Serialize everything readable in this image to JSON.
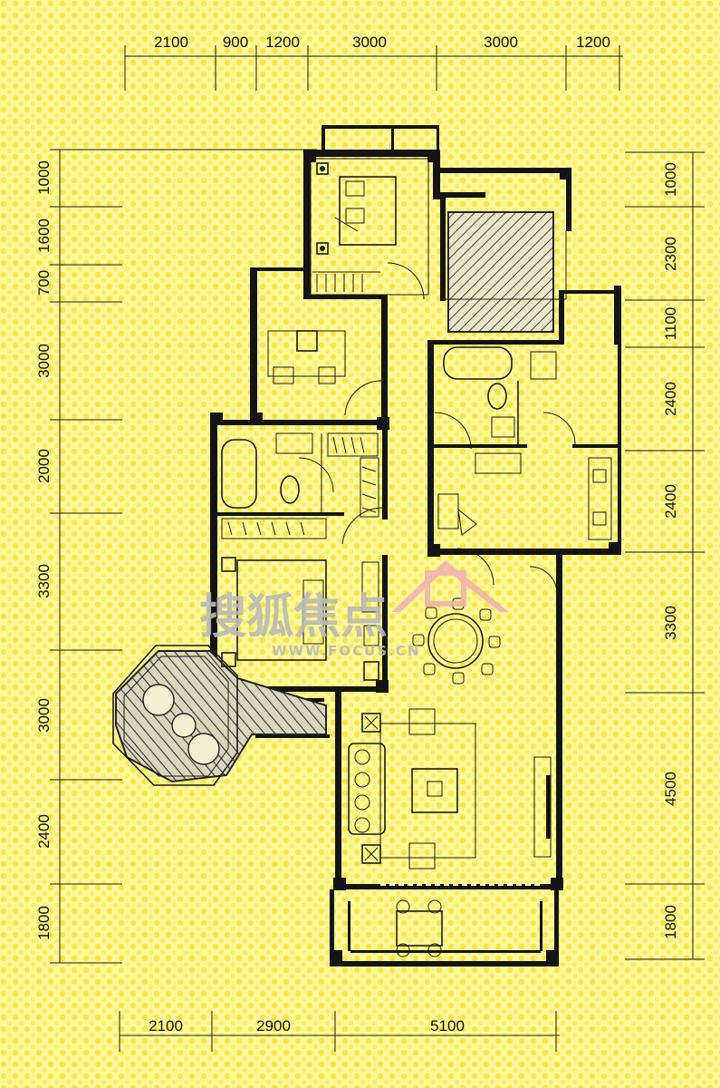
{
  "colors": {
    "background": "#fdf79a",
    "dots": "#f6e437",
    "wall": "#141414",
    "watermark_gray": "#b9b9b9",
    "watermark_red": "#f2b3ae"
  },
  "dimensions": {
    "top": [
      "2100",
      "900",
      "1200",
      "3000",
      "3000",
      "1200"
    ],
    "bottom": [
      "2100",
      "2900",
      "5100"
    ],
    "left": [
      "1000",
      "1600",
      "700",
      "3000",
      "2000",
      "3300",
      "3000",
      "2400",
      "1800"
    ],
    "right": [
      "1000",
      "2300",
      "1100",
      "2400",
      "2400",
      "3300",
      "4500",
      "1800"
    ]
  },
  "watermark": {
    "chinese": "搜狐焦点",
    "url": "WWW.FOCUS.CN"
  }
}
